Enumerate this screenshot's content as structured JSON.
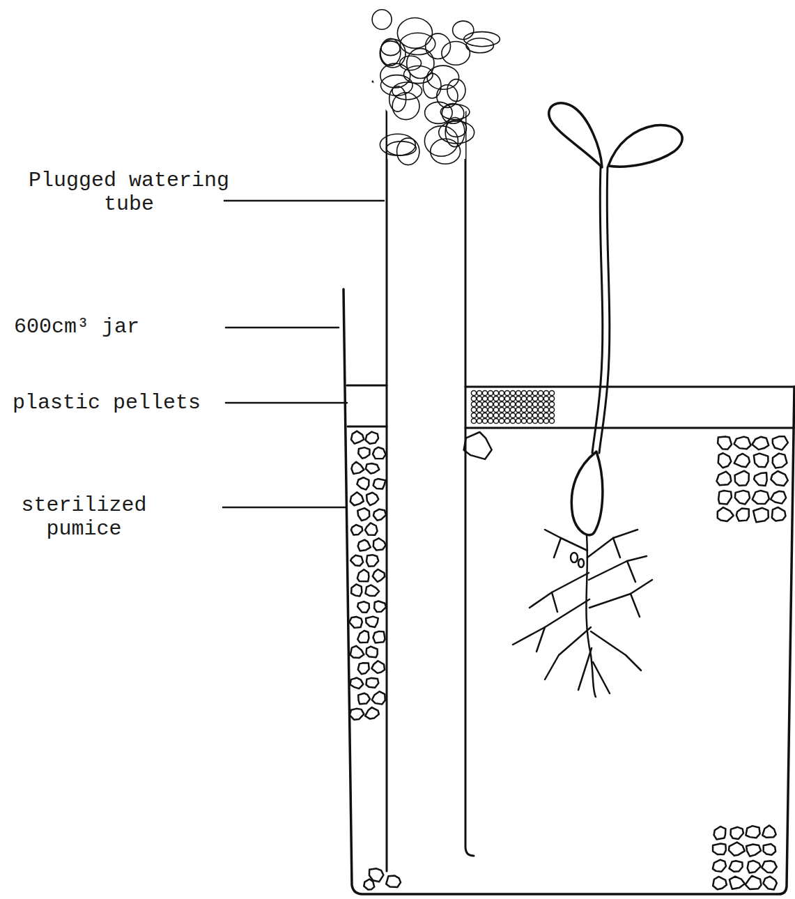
{
  "diagram": {
    "labels": [
      "Plugged watering tube",
      "600cm³ jar",
      "plastic pellets",
      "sterilized pumice"
    ]
  }
}
